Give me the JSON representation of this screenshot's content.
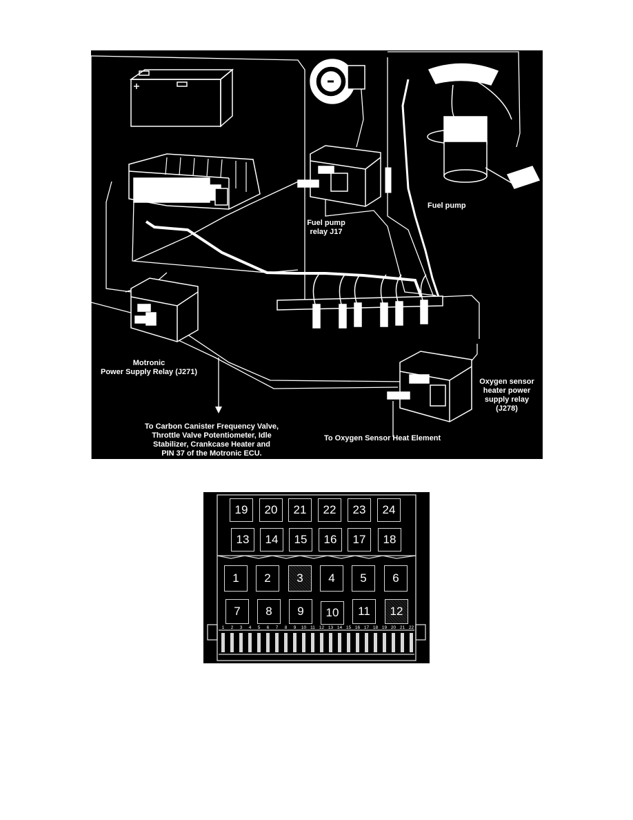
{
  "diagram": {
    "labels": {
      "fuel_pump": "Fuel pump",
      "fuel_pump_relay": [
        "Fuel pump",
        "relay J17"
      ],
      "power_supply_relay": [
        "Motronic",
        "Power Supply Relay (J271)"
      ],
      "oxygen_relay": [
        "Oxygen sensor",
        "heater power",
        "supply relay",
        "(J278)"
      ],
      "oxygen_heat_element": "To Oxygen Sensor Heat Element",
      "carbon_canister": [
        "To Carbon Canister Frequency Valve,",
        "Throttle Valve Potentiometer, Idle",
        "Stabilizer, Crankcase Heater and",
        "PIN 37 of the Motronic ECU."
      ]
    }
  },
  "fusebox": {
    "top_row": [
      "19",
      "20",
      "21",
      "22",
      "23",
      "24"
    ],
    "second_row": [
      "13",
      "14",
      "15",
      "16",
      "17",
      "18"
    ],
    "third_row": [
      "1",
      "2",
      "3",
      "4",
      "5",
      "6"
    ],
    "bottom_row": [
      "7",
      "8",
      "9",
      "10",
      "11",
      "12"
    ],
    "pins": [
      "1",
      "2",
      "3",
      "4",
      "5",
      "6",
      "7",
      "8",
      "9",
      "10",
      "11",
      "12",
      "13",
      "14",
      "15",
      "16",
      "17",
      "18",
      "19",
      "20",
      "21",
      "22"
    ]
  }
}
